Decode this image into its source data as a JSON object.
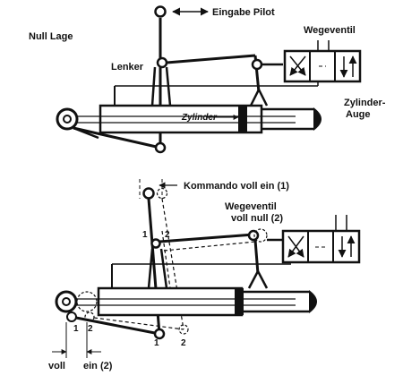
{
  "top": {
    "title": "Null Lage",
    "pilot_input": "Eingabe Pilot",
    "valve": "Wegeventil",
    "lever": "Lenker",
    "cylinder": "Zylinder",
    "cylinder_eye_line1": "Zylinder-",
    "cylinder_eye_line2": "Auge"
  },
  "bottom": {
    "command": "Kommando voll ein (1)",
    "valve_line1": "Wegeventil",
    "valve_line2": "voll null (2)",
    "pos1": "1",
    "pos2": "2",
    "full": "voll",
    "in": "ein (2)"
  }
}
